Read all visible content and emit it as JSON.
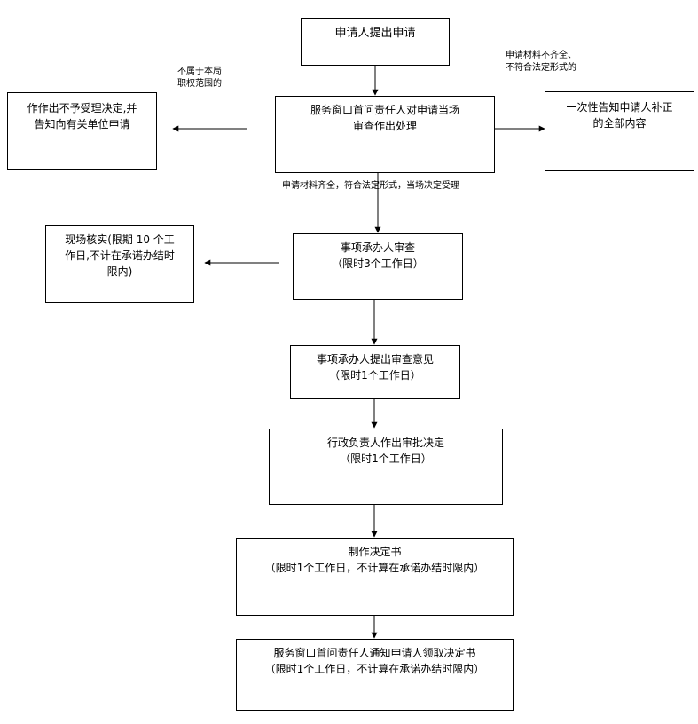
{
  "nodes": {
    "start": {
      "lines": [
        "申请人提出申请"
      ]
    },
    "first_check": {
      "lines": [
        "服务窗口首问责任人对申请当场",
        "审查作出处理"
      ]
    },
    "reject": {
      "lines": [
        "作作出不予受理决定,并",
        "告知向有关单位申请"
      ]
    },
    "supplement": {
      "lines": [
        "一次性告知申请人补正",
        "的全部内容"
      ]
    },
    "review": {
      "lines": [
        "事项承办人审查",
        "（限时3个工作日）"
      ]
    },
    "site_check": {
      "lines": [
        "现场核实(限期 10 个工",
        "作日,不计在承诺办结时",
        "限内)"
      ]
    },
    "opinion": {
      "lines": [
        "事项承办人提出审查意见",
        "（限时1个工作日）"
      ]
    },
    "approve": {
      "lines": [
        "行政负责人作出审批决定",
        "（限时1个工作日）"
      ]
    },
    "make_decision": {
      "lines": [
        "制作决定书",
        "（限时1个工作日，不计算在承诺办结时限内）"
      ]
    },
    "notify": {
      "lines": [
        "服务窗口首问责任人通知申请人领取决定书",
        "（限时1个工作日，不计算在承诺办结时限内）"
      ]
    }
  },
  "edge_labels": {
    "not_in_scope": [
      "不属于本局",
      "职权范围的"
    ],
    "incomplete": [
      "申请材料不齐全、",
      "不符合法定形式的"
    ],
    "accepted": [
      "申请材料齐全，符合法定形式，当场决定受理"
    ]
  }
}
